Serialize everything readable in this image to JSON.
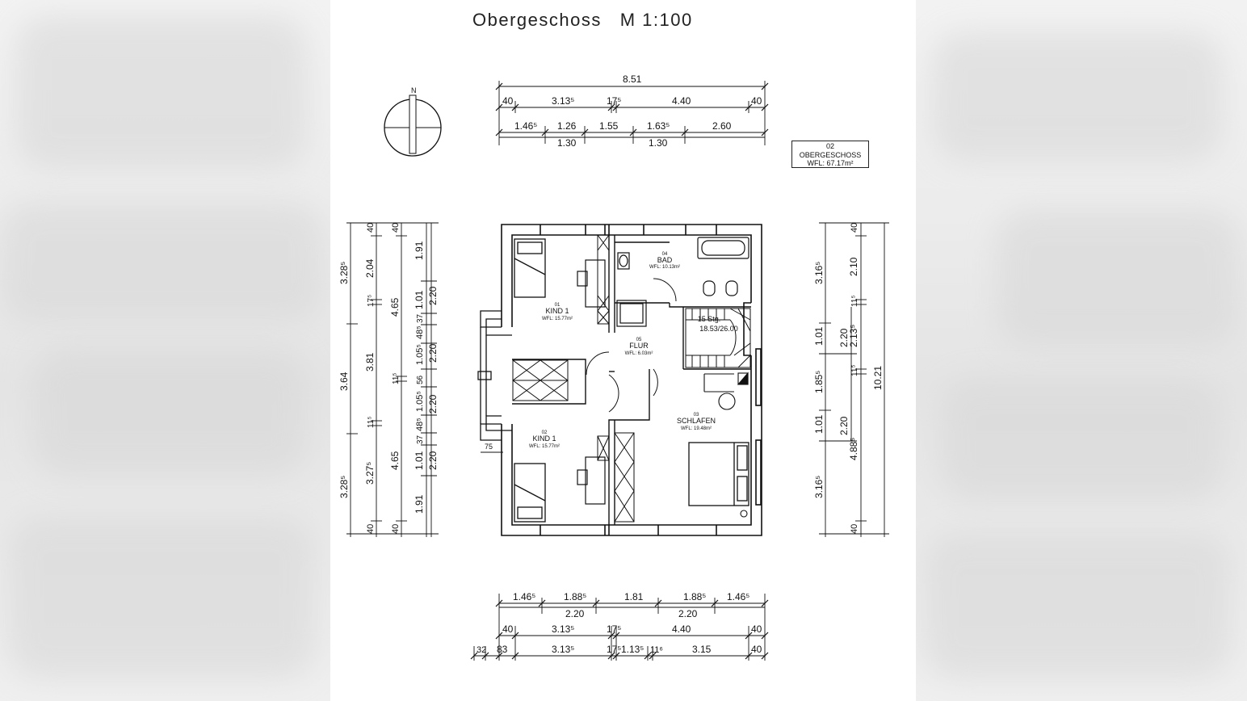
{
  "title": "Obergeschoss   M 1:100",
  "north": "N",
  "level_box": {
    "number": "02",
    "name": "OBERGESCHOSS",
    "area": "WFL: 67.17m²"
  },
  "rooms": {
    "kind_top": {
      "number": "01",
      "name": "KIND 1",
      "area": "WFL: 15.77m²"
    },
    "kind_bottom": {
      "number": "02",
      "name": "KIND 1",
      "area": "WFL: 15.77m²"
    },
    "bad": {
      "number": "04",
      "name": "BAD",
      "area": "WFL: 10.13m²"
    },
    "flur": {
      "number": "05",
      "name": "FLUR",
      "area": "WFL: 6.03m²"
    },
    "schlafen": {
      "number": "03",
      "name": "SCHLAFEN",
      "area": "WFL: 19.48m²"
    },
    "stair": {
      "line1": "15 Stg.",
      "line2": "18.53/26.00"
    }
  },
  "dims": {
    "top1": "8.51",
    "top2": [
      "40",
      "3.13⁵",
      "17⁵",
      "4.40",
      "40"
    ],
    "top3": [
      "1.46⁵",
      "1.26",
      "1.55",
      "1.63⁵",
      "2.60"
    ],
    "top4": [
      "1.30",
      "1.30"
    ],
    "bot1": [
      "1.46⁵",
      "1.88⁵",
      "1.81",
      "1.88⁵",
      "1.46⁵"
    ],
    "bot2": [
      "2.20",
      "2.20"
    ],
    "bot3": [
      "40",
      "3.13⁵",
      "17⁵",
      "4.40",
      "40"
    ],
    "bot4": [
      "32",
      "83",
      "3.13⁵",
      "17⁵",
      "1.13⁵",
      "11⁶",
      "3.15",
      "40"
    ],
    "left1": [
      "3.28⁵",
      "3.64",
      "3.28⁵"
    ],
    "left2": [
      "40",
      "2.04",
      "17⁵",
      "3.81",
      "11⁵",
      "3.27⁵",
      "40"
    ],
    "left3": [
      "40",
      "4.65",
      "11⁵",
      "4.65",
      "40"
    ],
    "left4": [
      "1.91",
      "1.01",
      "37",
      "48⁵",
      "1.05⁵",
      "56",
      "1.05⁵",
      "48⁵",
      "37",
      "1.01",
      "1.91"
    ],
    "left5": [
      "2.20",
      "2.20",
      "2.20",
      "2.20"
    ],
    "window_small": "75",
    "right1": [
      "3.16⁵",
      "1.01",
      "1.85⁵",
      "1.01",
      "3.16⁵"
    ],
    "right2": [
      "2.20",
      "2.20"
    ],
    "right3": [
      "40",
      "2.10",
      "11⁵",
      "2.13⁵",
      "11⁵",
      "4.88⁵",
      "40"
    ],
    "right4": "10.21"
  }
}
